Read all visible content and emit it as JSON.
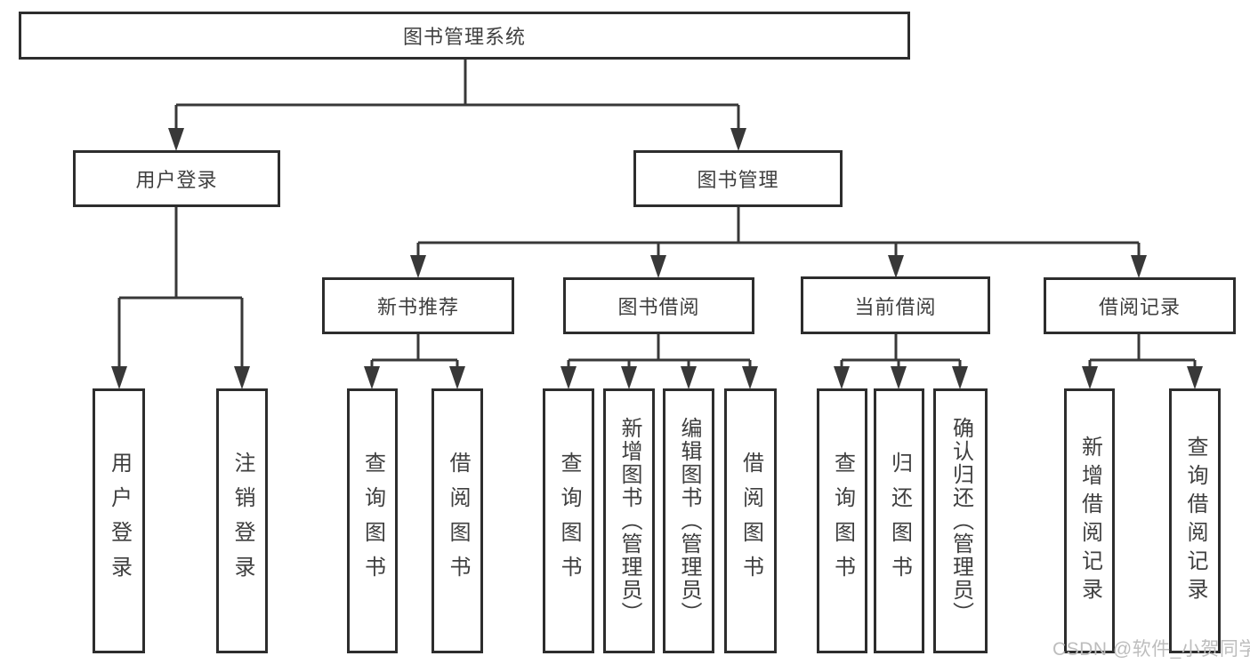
{
  "diagram": {
    "root": {
      "label": "图书管理系统"
    },
    "branches": [
      {
        "label": "用户登录",
        "children": [
          "用户登录",
          "注销登录"
        ]
      },
      {
        "label": "图书管理",
        "groups": [
          {
            "label": "新书推荐",
            "children": [
              "查询图书",
              "借阅图书"
            ]
          },
          {
            "label": "图书借阅",
            "children": [
              "查询图书",
              "新增图书（管理员）",
              "编辑图书（管理员）",
              "借阅图书"
            ]
          },
          {
            "label": "当前借阅",
            "children": [
              "查询图书",
              "归还图书",
              "确认归还（管理员）"
            ]
          },
          {
            "label": "借阅记录",
            "children": [
              "新增借阅记录",
              "查询借阅记录"
            ]
          }
        ]
      }
    ]
  },
  "watermark": "CSDN @软件_小贺同学",
  "colors": {
    "line": "#383838",
    "box_border": "#2d2d2d",
    "text": "#3f3f3f",
    "watermark": "#bdbdbd",
    "background": "#ffffff"
  }
}
